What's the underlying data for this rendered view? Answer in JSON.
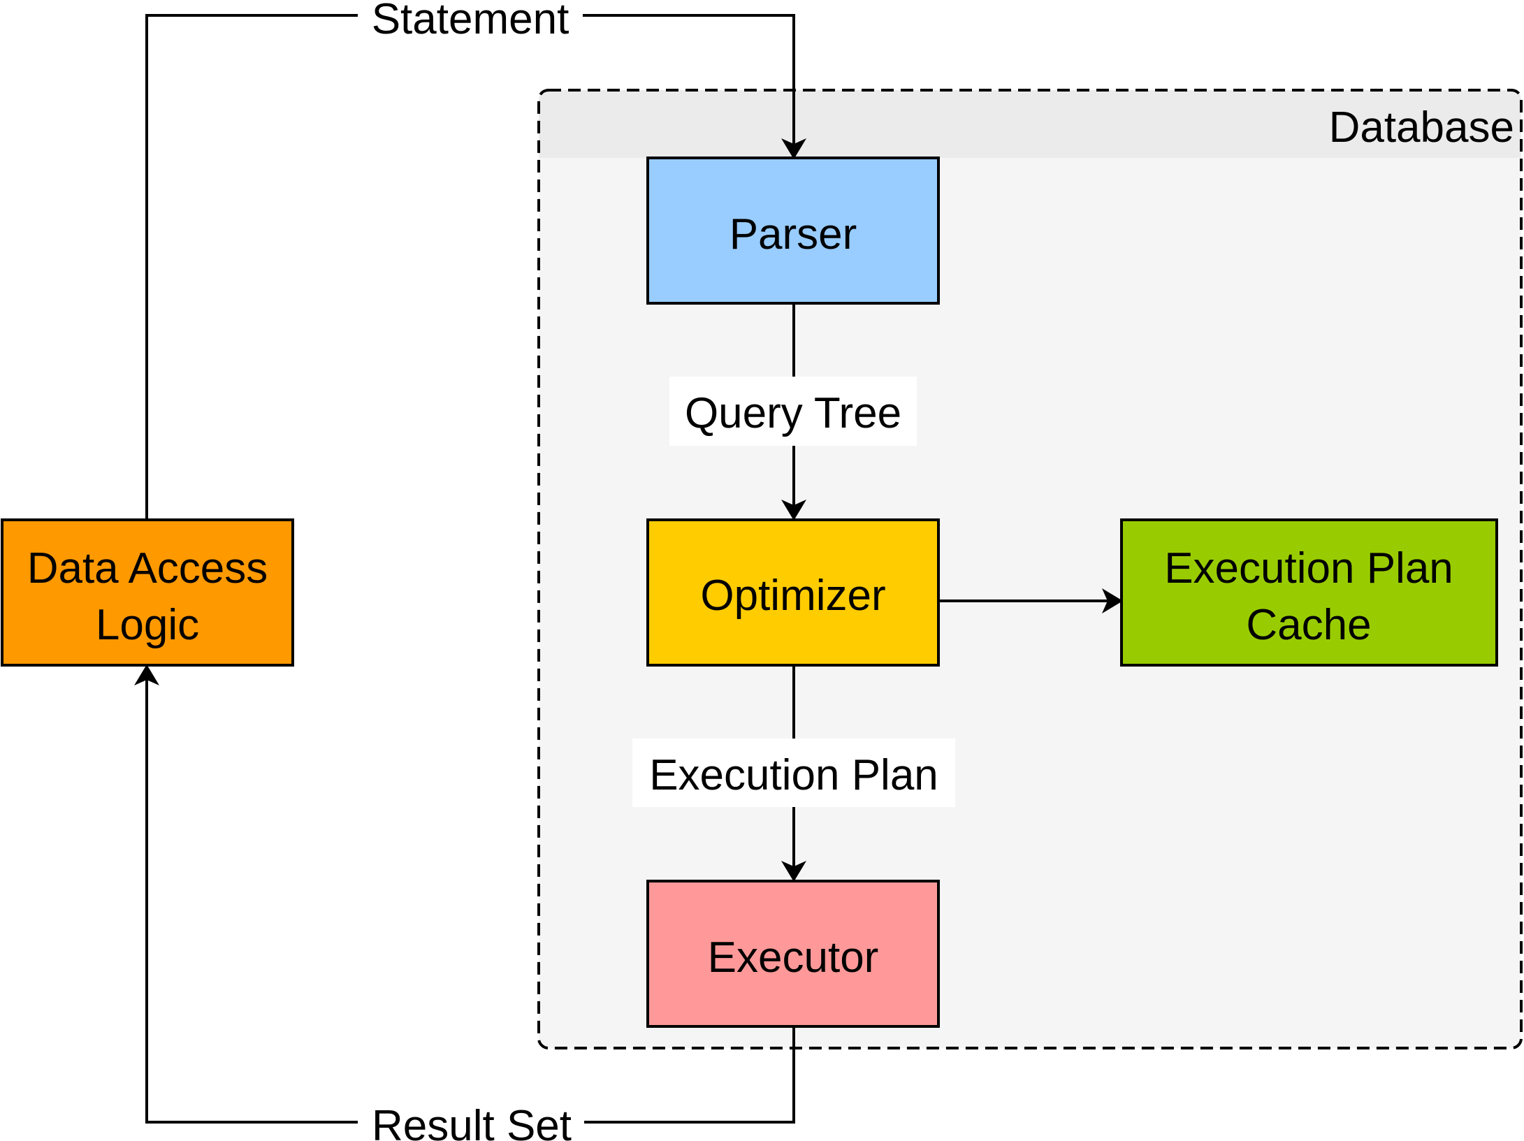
{
  "container": {
    "label": "Database"
  },
  "nodes": {
    "data_access_logic": {
      "line1": "Data Access",
      "line2": "Logic",
      "color": "#FF9900"
    },
    "parser": {
      "label": "Parser",
      "color": "#99CCFF"
    },
    "optimizer": {
      "label": "Optimizer",
      "color": "#FFCC00"
    },
    "execution_plan_cache": {
      "line1": "Execution Plan",
      "line2": "Cache",
      "color": "#99CC00"
    },
    "executor": {
      "label": "Executor",
      "color": "#FF9999"
    }
  },
  "edges": {
    "statement": {
      "label": "Statement",
      "from": "Data Access Logic",
      "to": "Parser"
    },
    "query_tree": {
      "label": "Query Tree",
      "from": "Parser",
      "to": "Optimizer"
    },
    "execution_plan": {
      "label": "Execution Plan",
      "from": "Optimizer",
      "to": "Executor"
    },
    "cache_link": {
      "from": "Optimizer",
      "to": "Execution Plan Cache"
    },
    "result_set": {
      "label": "Result Set",
      "from": "Executor",
      "to": "Data Access Logic"
    }
  },
  "colors": {
    "container_fill": "#F5F5F5",
    "container_header": "#EBEBEB",
    "stroke": "#000000"
  }
}
